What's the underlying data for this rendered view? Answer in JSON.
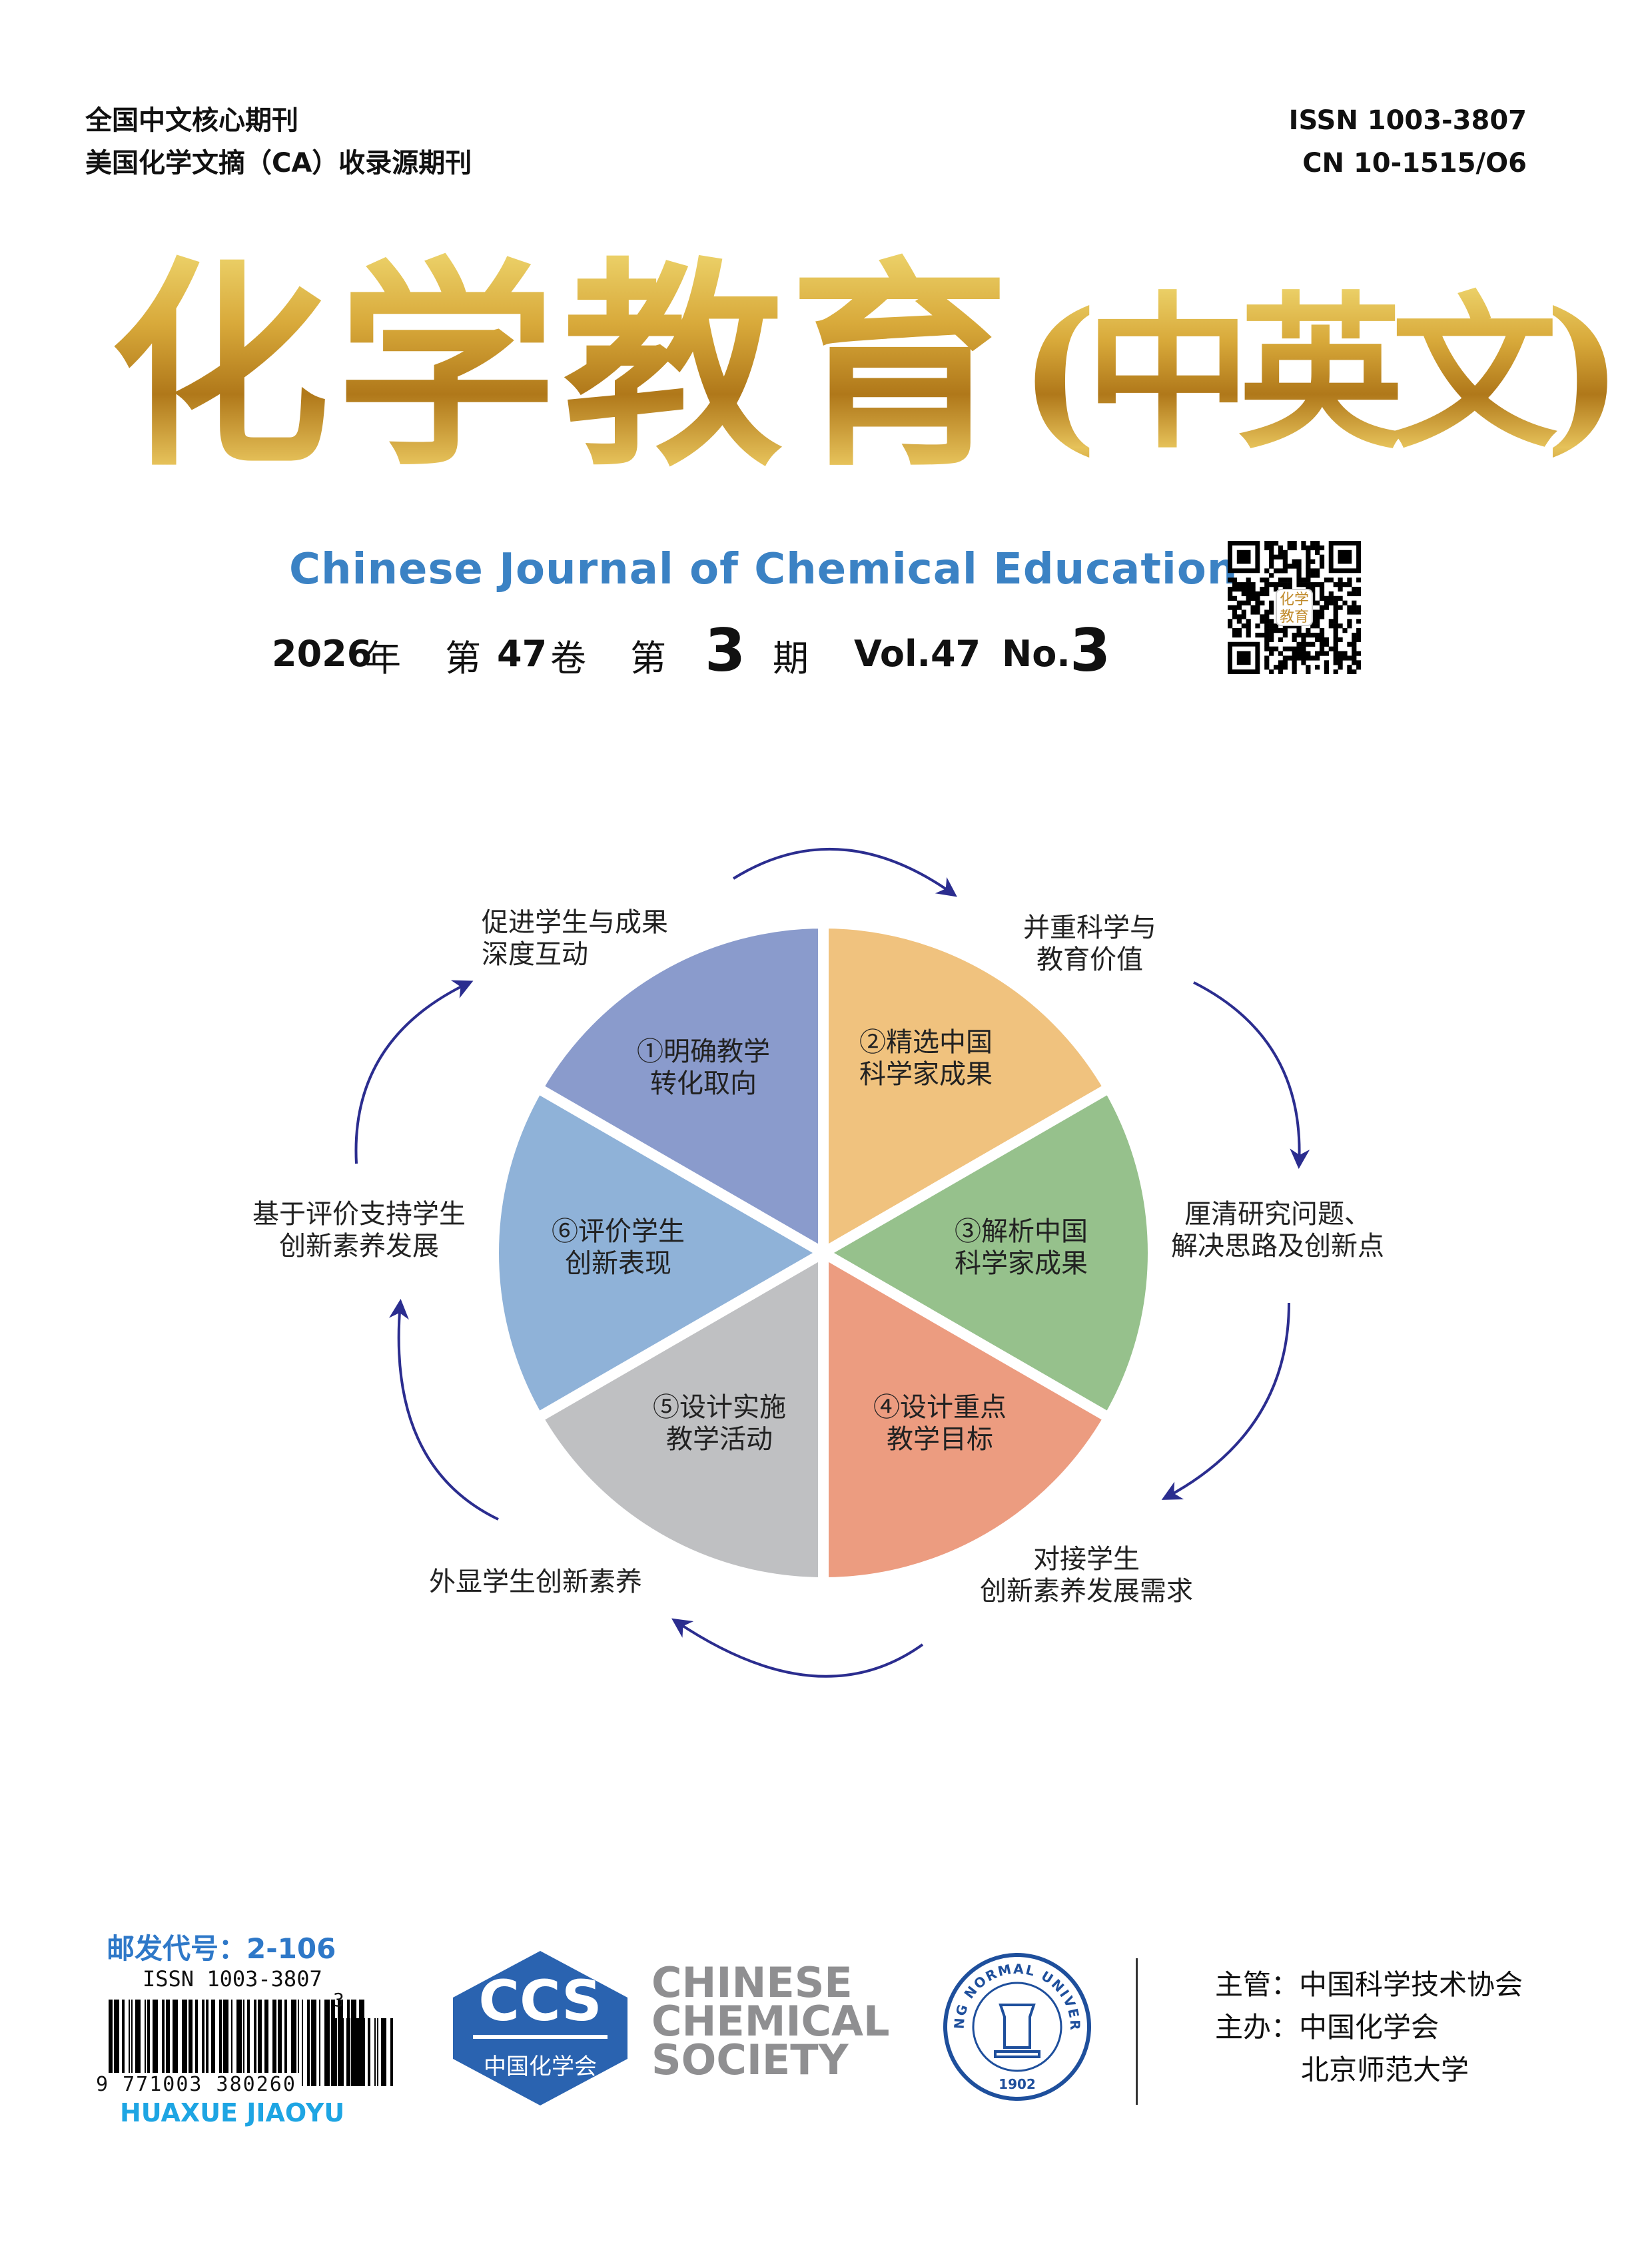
{
  "header": {
    "left_line1": "全国中文核心期刊",
    "left_line2": "美国化学文摘（CA）收录源期刊",
    "issn": "ISSN 1003-3807",
    "cn": "CN 10-1515/O6"
  },
  "masthead": {
    "title_main": "化学教育",
    "title_suffix": "(中英文)",
    "subtitle": "Chinese Journal of Chemical Education",
    "qr_label": "化学教育"
  },
  "issue": {
    "year": "2026",
    "year_unit": "年",
    "vol_prefix": "第",
    "volume": "47",
    "vol_unit": "卷",
    "no_prefix": "第",
    "number": "3",
    "no_unit": "期",
    "vol_en": "Vol.47",
    "no_en": "No.",
    "number_en": "3"
  },
  "diagram": {
    "colors": [
      "#f0c27e",
      "#96c18c",
      "#ec9c80",
      "#bfc0c2",
      "#8fb2d8",
      "#8a9bcc"
    ],
    "arrow_color": "#2b2d8f",
    "segments": [
      {
        "line1": "①明确教学",
        "line2": "转化取向"
      },
      {
        "line1": "②精选中国",
        "line2": "科学家成果"
      },
      {
        "line1": "③解析中国",
        "line2": "科学家成果"
      },
      {
        "line1": "④设计重点",
        "line2": "教学目标"
      },
      {
        "line1": "⑤设计实施",
        "line2": "教学活动"
      },
      {
        "line1": "⑥评价学生",
        "line2": "创新表现"
      }
    ],
    "outer_labels": [
      {
        "line1": "促进学生与成果",
        "line2": "深度互动"
      },
      {
        "line1": "并重科学与",
        "line2": "教育价值"
      },
      {
        "line1": "厘清研究问题、",
        "line2": "解决思路及创新点"
      },
      {
        "line1": "对接学生",
        "line2": "创新素养发展需求"
      },
      {
        "line1": "外显学生创新素养",
        "line2": ""
      },
      {
        "line1": "基于评价支持学生",
        "line2": "创新素养发展"
      }
    ]
  },
  "footer": {
    "postal_code": "邮发代号：2-106",
    "barcode_issn": "ISSN 1003-3807",
    "barcode_digits": "9 771003 380260",
    "barcode_addon": "3",
    "pinyin": "HUAXUE JIAOYU",
    "ccs_abbr": "CCS",
    "ccs_cn": "中国化学会",
    "ccs_en1": "CHINESE",
    "ccs_en2": "CHEMICAL",
    "ccs_en3": "SOCIETY",
    "bnu_ring": "BEIJING NORMAL UNIVERSITY",
    "bnu_year": "1902",
    "sponsor_line1": "主管：中国科学技术协会",
    "sponsor_line2": "主办：中国化学会",
    "sponsor_line3": "北京师范大学"
  }
}
